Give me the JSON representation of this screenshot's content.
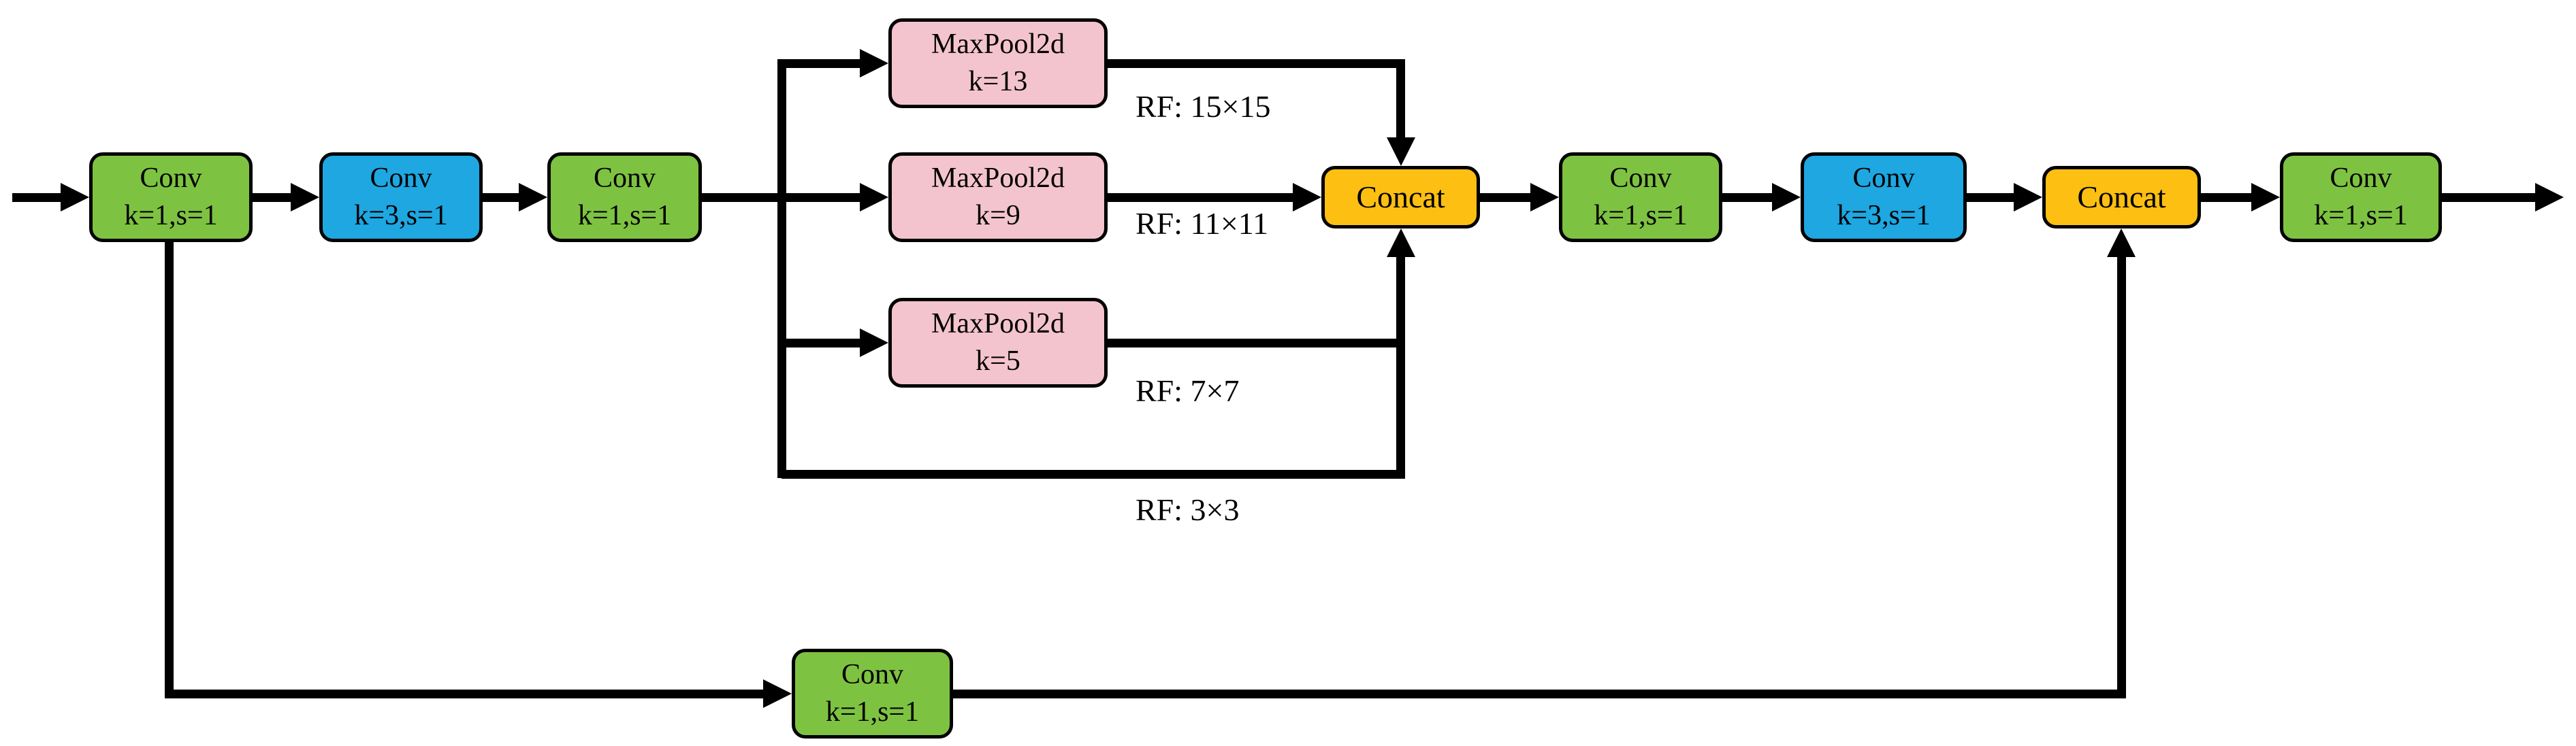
{
  "colors": {
    "conv_1x1": "#7EC242",
    "conv_3x3": "#1EA7E1",
    "maxpool": "#F4C4CE",
    "concat": "#FCBF12",
    "edge": "#000000"
  },
  "nodes": [
    {
      "id": "conv-backbone-1",
      "type": "conv_1x1",
      "line1": "Conv",
      "line2": "k=1,s=1"
    },
    {
      "id": "conv-backbone-2",
      "type": "conv_3x3",
      "line1": "Conv",
      "line2": "k=3,s=1"
    },
    {
      "id": "conv-backbone-3",
      "type": "conv_1x1",
      "line1": "Conv",
      "line2": "k=1,s=1"
    },
    {
      "id": "maxpool-k13",
      "type": "maxpool",
      "line1": "MaxPool2d",
      "line2": "k=13"
    },
    {
      "id": "maxpool-k9",
      "type": "maxpool",
      "line1": "MaxPool2d",
      "line2": "k=9"
    },
    {
      "id": "maxpool-k5",
      "type": "maxpool",
      "line1": "MaxPool2d",
      "line2": "k=5"
    },
    {
      "id": "concat-1",
      "type": "concat",
      "line1": "Concat",
      "line2": ""
    },
    {
      "id": "conv-head-1",
      "type": "conv_1x1",
      "line1": "Conv",
      "line2": "k=1,s=1"
    },
    {
      "id": "conv-head-2",
      "type": "conv_3x3",
      "line1": "Conv",
      "line2": "k=3,s=1"
    },
    {
      "id": "concat-2",
      "type": "concat",
      "line1": "Concat",
      "line2": ""
    },
    {
      "id": "conv-output",
      "type": "conv_1x1",
      "line1": "Conv",
      "line2": "k=1,s=1"
    },
    {
      "id": "conv-skip",
      "type": "conv_1x1",
      "line1": "Conv",
      "line2": "k=1,s=1"
    }
  ],
  "rf_labels": {
    "rf15": "RF: 15×15",
    "rf11": "RF: 11×11",
    "rf7": "RF: 7×7",
    "rf3": "RF: 3×3"
  }
}
